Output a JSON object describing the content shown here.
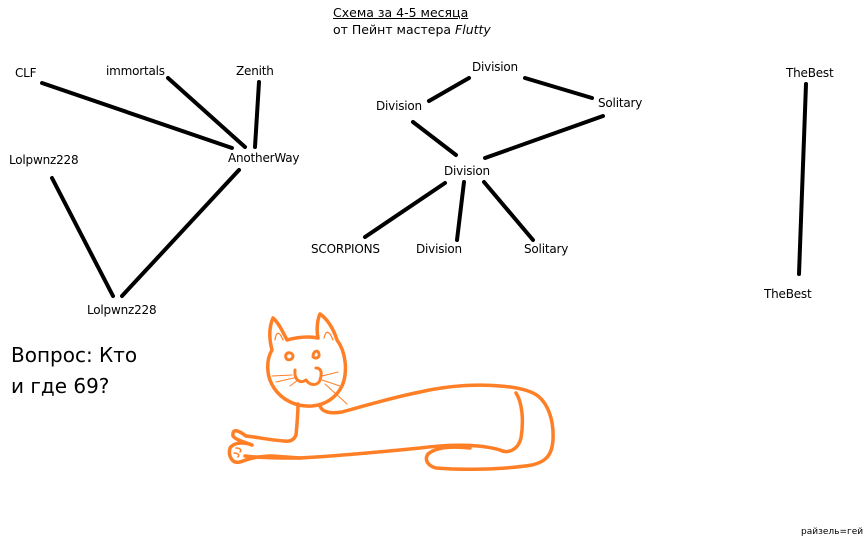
{
  "title": {
    "line1": "Схема за 4-5 месяца",
    "line2_prefix": "от Пейнт мастера ",
    "line2_author": "Flutty"
  },
  "colors": {
    "background": "#ffffff",
    "text": "#000000",
    "lines": "#000000",
    "cat": "#ff7f27"
  },
  "nodes": {
    "clf": "CLF",
    "immortals": "immortals",
    "zenith": "Zenith",
    "anotherway": "AnotherWay",
    "lolpwnz_top": "Lolpwnz228",
    "lolpwnz_bottom": "Lolpwnz228",
    "division_top": "Division",
    "division_left": "Division",
    "solitary_right": "Solitary",
    "division_center": "Division",
    "scorpions": "SCORPIONS",
    "division_bottom": "Division",
    "solitary_bottom": "Solitary",
    "thebest_top": "TheBest",
    "thebest_bottom": "TheBest"
  },
  "question": {
    "line1": "Вопрос: Кто",
    "line2": "и где 69?"
  },
  "footnote": "райзель=гей",
  "drawing": {
    "subject": "cat-icon"
  }
}
